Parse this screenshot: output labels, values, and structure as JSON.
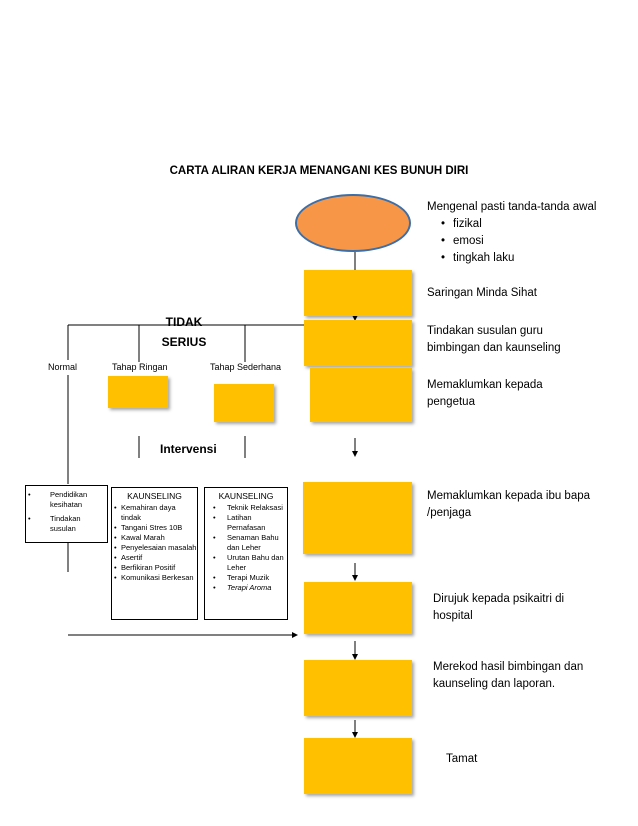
{
  "title": "CARTA ALIRAN KERJA MENANGANI KES BUNUH DIRI",
  "steps": [
    {
      "text": "Mengenal pasti tanda-tanda awal",
      "bullets": [
        "fizikal",
        "emosi",
        "tingkah laku"
      ]
    },
    {
      "text": "Saringan Minda Sihat"
    },
    {
      "text": "Tindakan susulan guru bimbingan dan kaunseling"
    },
    {
      "text": "Memaklumkan kepada pengetua"
    },
    {
      "text": "Memaklumkan kepada ibu bapa /penjaga"
    },
    {
      "text": "Dirujuk kepada psikaitri di hospital"
    },
    {
      "text": "Merekod hasil bimbingan dan kaunseling dan laporan."
    },
    {
      "text": "Tamat"
    }
  ],
  "branch": {
    "label": "TIDAK SERIUS",
    "intervensi": "Intervensi",
    "levels": [
      "Normal",
      "Tahap Ringan",
      "Tahap Sederhana"
    ]
  },
  "normal_box": {
    "items": [
      "Pendidikan kesihatan",
      "Tindakan susulan"
    ]
  },
  "kaunseling1": {
    "title": "KAUNSELING",
    "items": [
      "Kemahiran daya tindak",
      "Tangani Stres 10B",
      "Kawal Marah",
      "Penyelesaian masalah",
      "Asertif",
      "Berfikiran Positif",
      "Komunikasi Berkesan"
    ]
  },
  "kaunseling2": {
    "title": "KAUNSELING",
    "items": [
      "Teknik Relaksasi",
      "Latihan Pernafasan",
      "Senaman Bahu dan Leher",
      "Urutan Bahu dan Leher",
      "Terapi Muzik",
      "Terapi Aroma"
    ]
  },
  "colors": {
    "start": "#f79646",
    "step": "#ffc000"
  }
}
